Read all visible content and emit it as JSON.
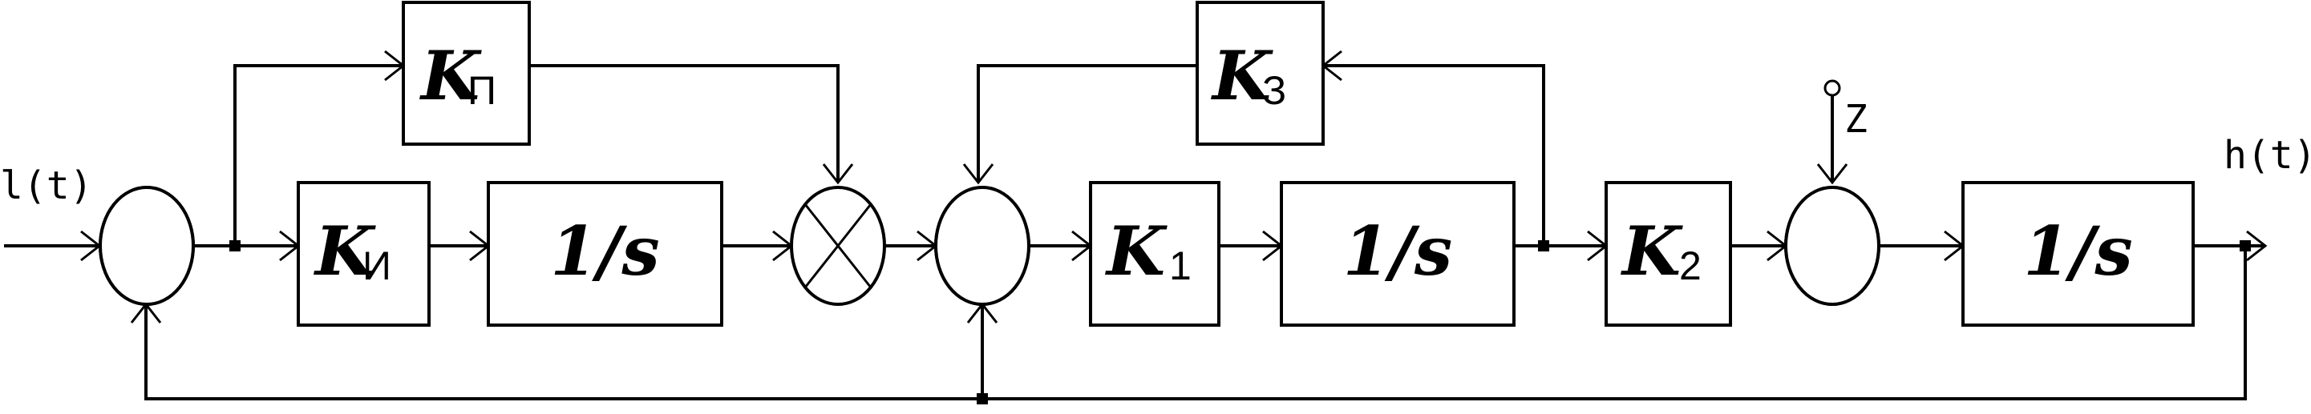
{
  "signals": {
    "input": "l(t)",
    "output": "h(t)",
    "disturbance": "Z"
  },
  "blocks": {
    "kp": {
      "symbol": "K",
      "sub": "П"
    },
    "ki": {
      "symbol": "K",
      "sub": "И"
    },
    "int1": {
      "label": "1/s"
    },
    "k3": {
      "symbol": "K",
      "sub": "З"
    },
    "k1": {
      "symbol": "K",
      "sub": "1"
    },
    "int2": {
      "label": "1/s"
    },
    "k2": {
      "symbol": "K",
      "sub": "2"
    },
    "int3": {
      "label": "1/s"
    }
  }
}
